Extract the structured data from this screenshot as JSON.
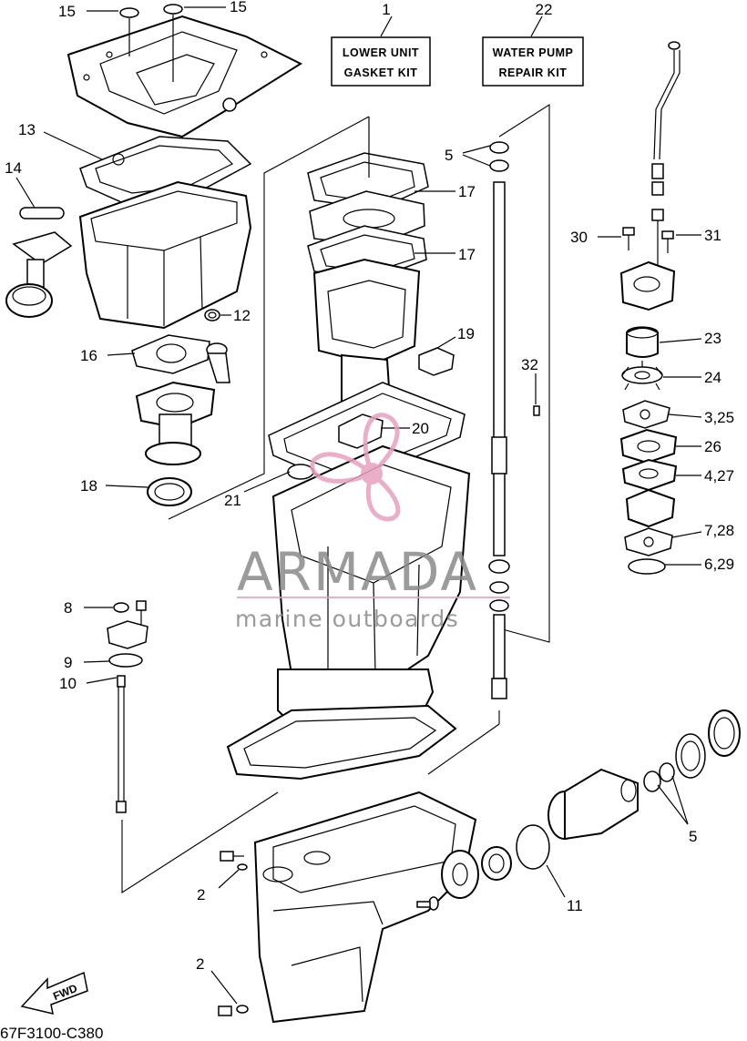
{
  "kits": [
    {
      "number": "1",
      "line1": "LOWER UNIT",
      "line2": "GASKET KIT"
    },
    {
      "number": "22",
      "line1": "WATER PUMP",
      "line2": "REPAIR KIT"
    }
  ],
  "callouts": {
    "c15a": "15",
    "c15b": "15",
    "c13": "13",
    "c14": "14",
    "c5a": "5",
    "c17a": "17",
    "c17b": "17",
    "c30": "30",
    "c31": "31",
    "c12": "12",
    "c19": "19",
    "c16": "16",
    "c23": "23",
    "c32": "32",
    "c24": "24",
    "c3_25": "3,25",
    "c20": "20",
    "c26": "26",
    "c18": "18",
    "c4_27": "4,27",
    "c21": "21",
    "c7_28": "7,28",
    "c6_29": "6,29",
    "c8": "8",
    "c9": "9",
    "c10": "10",
    "c5b": "5",
    "c11": "11",
    "c2a": "2",
    "c2b": "2"
  },
  "fwd_label": "FWD",
  "diagram_code": "67F3100-C380",
  "watermark": {
    "name": "ARMADA",
    "tagline": "marine outboards",
    "colors": {
      "logo": "#e8a0c0",
      "text": "#8a8a8a"
    }
  }
}
